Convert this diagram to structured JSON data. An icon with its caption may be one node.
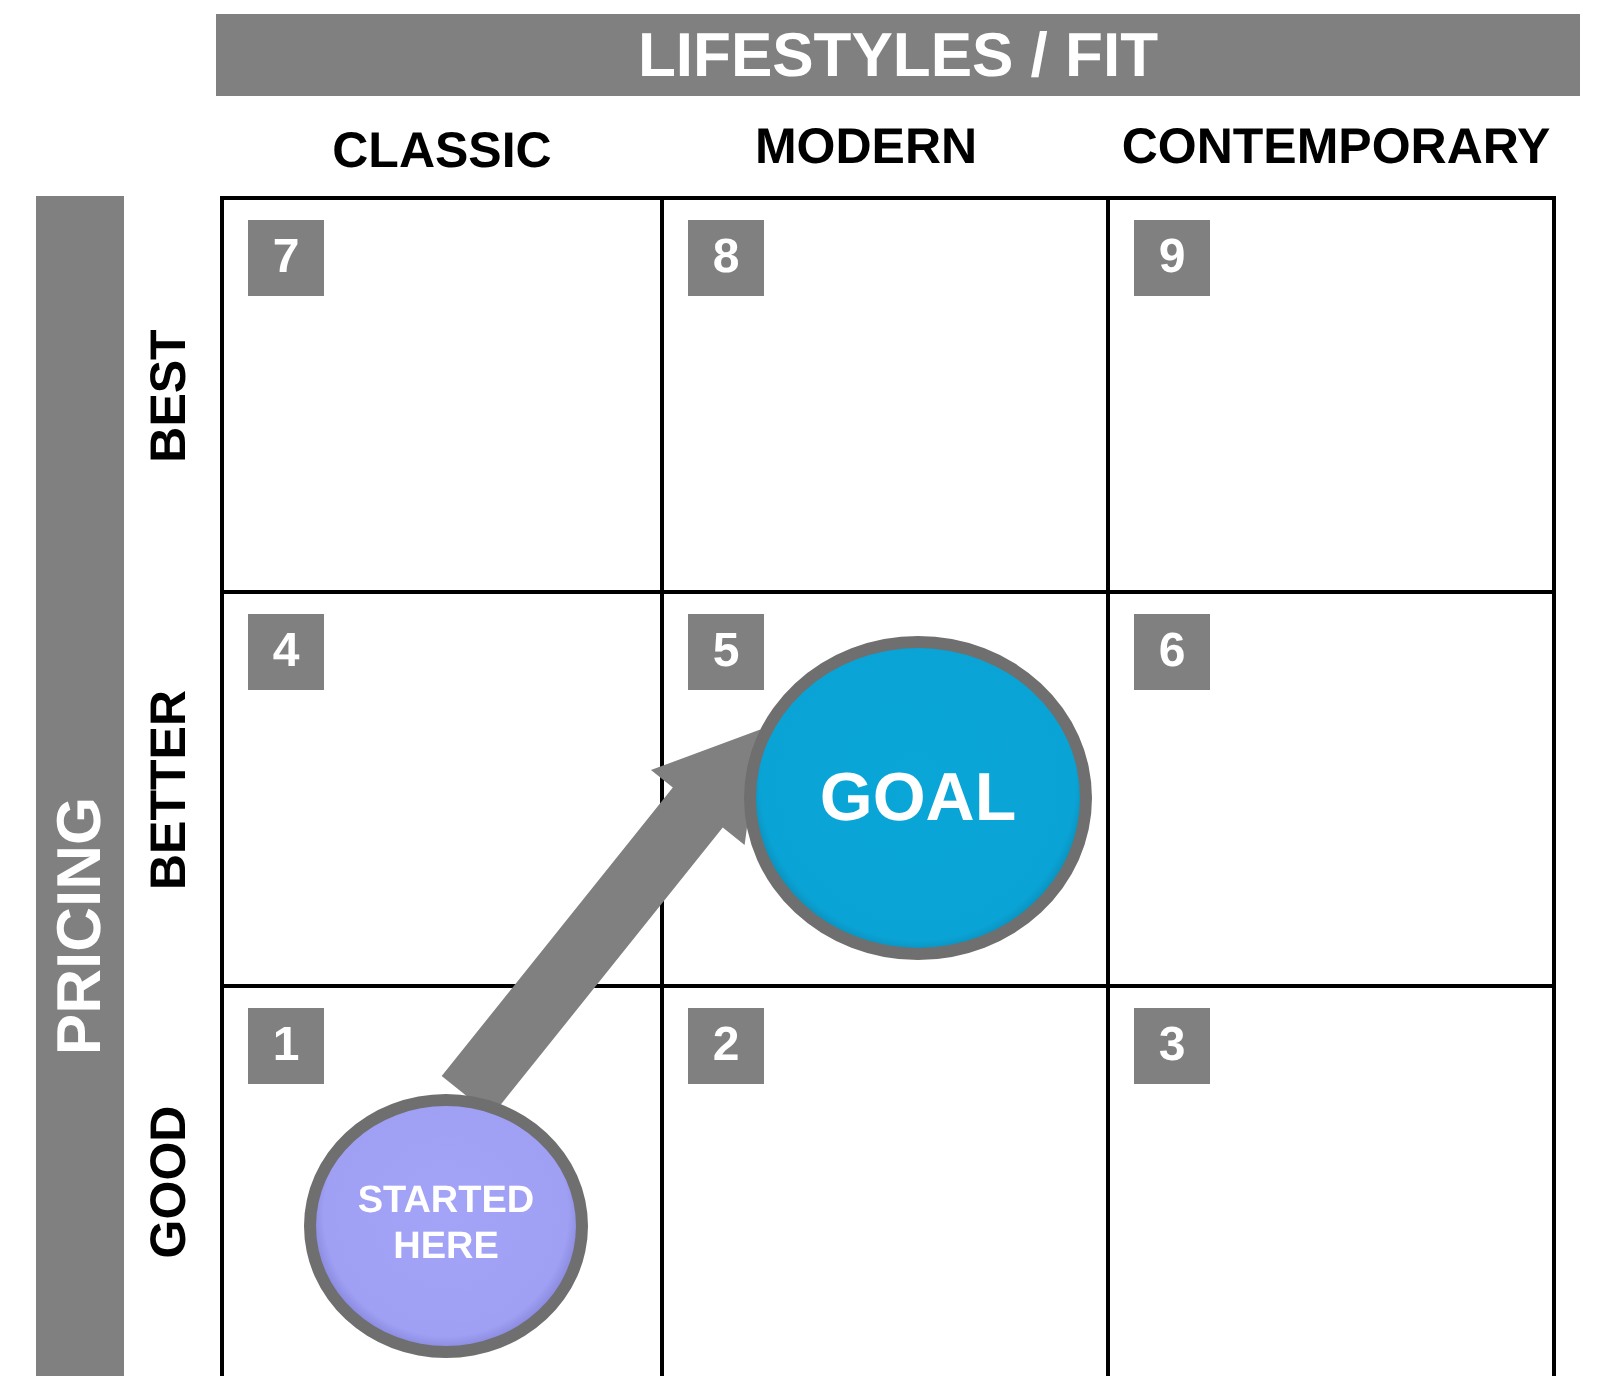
{
  "diagram": {
    "nodes": [
      {
        "text": [
          "LIFESTYLES / FIT"
        ]
      },
      {
        "text": [
          "PRICING"
        ]
      },
      {
        "text": [
          "7"
        ]
      },
      {
        "text": [
          "8"
        ]
      },
      {
        "text": [
          "9"
        ]
      },
      {
        "text": [
          "4"
        ]
      },
      {
        "text": [
          "5"
        ]
      },
      {
        "text": [
          "6"
        ]
      },
      {
        "text": [
          "1"
        ]
      },
      {
        "text": [
          "2"
        ]
      },
      {
        "text": [
          "3"
        ]
      },
      {
        "text": [
          "GOAL"
        ],
        "in": 6
      },
      {
        "text": [
          "STARTED HERE"
        ],
        "in": 8
      }
    ],
    "edges": [
      {
        "from": 12,
        "to": 11,
        "arrow": "to",
        "style": "thick"
      }
    ],
    "labels": [
      "CLASSIC",
      "MODERN",
      "CONTEMPORARY",
      "BEST",
      "BETTER",
      "GOOD"
    ]
  }
}
